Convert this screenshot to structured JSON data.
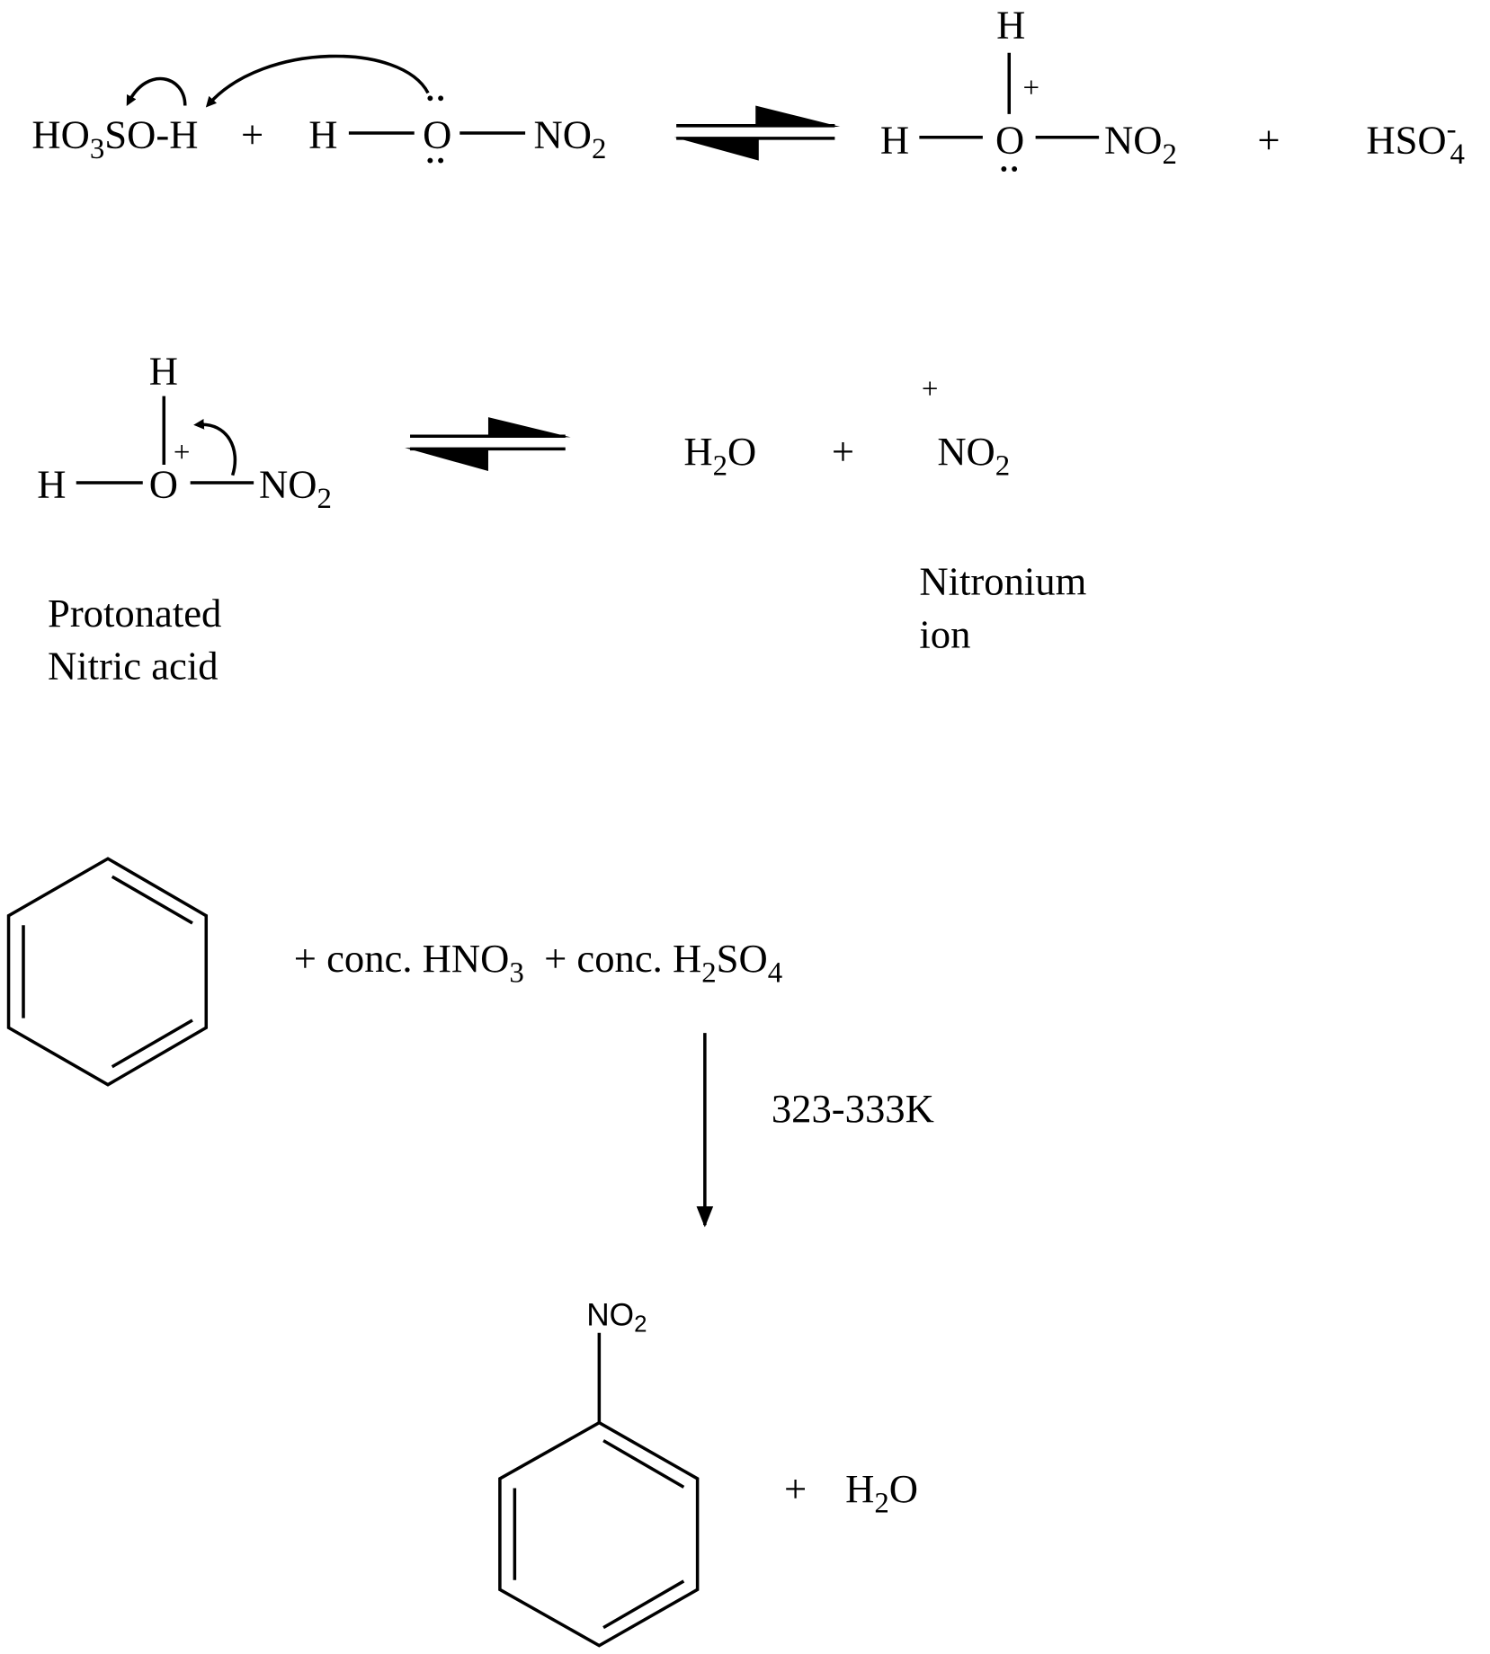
{
  "step1": {
    "reactant1": {
      "a": "HO",
      "sub": "3",
      "b": "SO-H"
    },
    "plus1": "+",
    "nitric": {
      "h": "H",
      "o": "O",
      "no": "NO",
      "sub": "2"
    },
    "product": {
      "h": "H",
      "h_top": "H",
      "charge": "+",
      "o": "O",
      "no": "NO",
      "sub": "2"
    },
    "plus2": "+",
    "bisulfate": {
      "a": "HSO",
      "sup": "-",
      "sub": "4"
    }
  },
  "step2": {
    "reactant": {
      "h_top": "H",
      "charge": "+",
      "h": "H",
      "o": "O",
      "no": "NO",
      "sub": "2"
    },
    "water": {
      "a": "H",
      "sub": "2",
      "b": "O"
    },
    "plus": "+",
    "nitronium": {
      "charge": "+",
      "no": "NO",
      "sub": "2"
    },
    "label_left": [
      "Protonated",
      "Nitric acid"
    ],
    "label_right": [
      "Nitronium",
      "ion"
    ]
  },
  "step3": {
    "reagents": {
      "a": "+ conc. HNO",
      "sub1": "3",
      "b": "  + conc. H",
      "sub2": "2",
      "c": "SO",
      "sub3": "4"
    },
    "condition": "323-333K",
    "substituent": {
      "no": "NO",
      "sub": "2"
    },
    "byproduct": {
      "plus": "+",
      "a": "H",
      "sub": "2",
      "b": "O"
    }
  }
}
